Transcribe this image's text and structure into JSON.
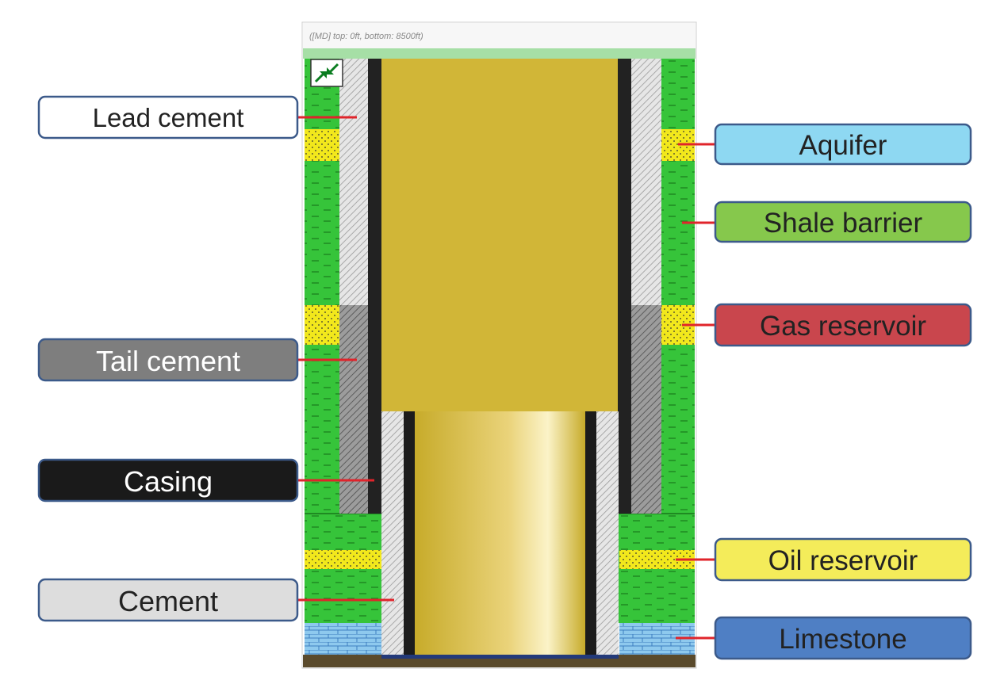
{
  "panel": {
    "header": "([MD] top: 0ft, bottom: 8500ft)",
    "collapse_icon": "collapse-arrows-icon"
  },
  "labels": {
    "lead_cement": "Lead cement",
    "tail_cement": "Tail cement",
    "casing": "Casing",
    "cement": "Cement",
    "aquifer": "Aquifer",
    "shale_barrier": "Shale barrier",
    "gas_reservoir": "Gas reservoir",
    "oil_reservoir": "Oil reservoir",
    "limestone": "Limestone"
  },
  "colors": {
    "shale": "#36c43a",
    "sand": "#f2e81c",
    "limestone": "#8ec9ee",
    "fluid": "#d1b637",
    "casing": "#222222",
    "pointer": "#e0242b",
    "aquifer_box": "#8ed8f2",
    "shale_box": "#86c84c",
    "gas_box": "#c9464d",
    "oil_box": "#f4ec5a",
    "limestone_box": "#4f7fc4",
    "tail_box": "#7e7e7e",
    "casing_box": "#1a1a1a",
    "cement_box": "#dddddd"
  }
}
